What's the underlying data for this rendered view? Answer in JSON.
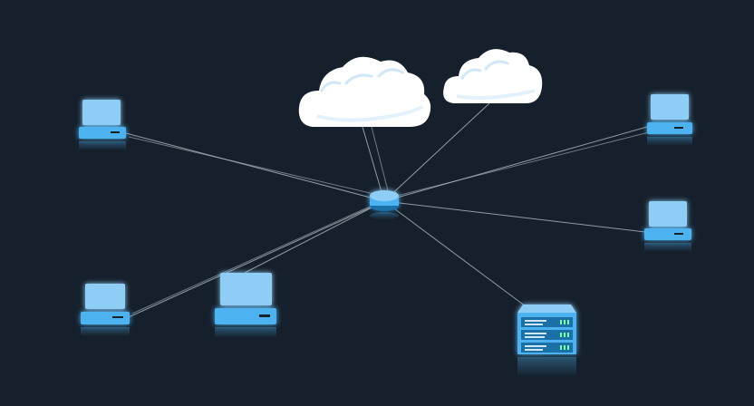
{
  "diagram": {
    "type": "network-topology",
    "colors": {
      "background": "#16202c",
      "link": "#b9c3cc",
      "device_body": "#4db3f0",
      "device_screen": "#8ecdf6",
      "device_dark": "#1b6fa8",
      "cloud": "#ffffff",
      "cloud_shade": "#cfe7f7",
      "server_led": "#7dff9b"
    },
    "nodes": [
      {
        "id": "laptop-left-top",
        "icon": "laptop-icon"
      },
      {
        "id": "laptop-left-bottom",
        "icon": "laptop-icon"
      },
      {
        "id": "laptop-center-bottom",
        "icon": "laptop-icon"
      },
      {
        "id": "laptop-right-top",
        "icon": "laptop-icon"
      },
      {
        "id": "laptop-right-middle",
        "icon": "laptop-icon"
      },
      {
        "id": "cloud-left",
        "icon": "cloud-icon"
      },
      {
        "id": "cloud-right",
        "icon": "cloud-icon"
      },
      {
        "id": "hub",
        "icon": "network-hub-icon"
      },
      {
        "id": "server",
        "icon": "server-rack-icon"
      }
    ],
    "links": [
      [
        "hub",
        "laptop-left-top"
      ],
      [
        "hub",
        "laptop-left-bottom"
      ],
      [
        "hub",
        "laptop-center-bottom"
      ],
      [
        "hub",
        "laptop-right-top"
      ],
      [
        "hub",
        "laptop-right-middle"
      ],
      [
        "hub",
        "cloud-left"
      ],
      [
        "hub",
        "cloud-right"
      ],
      [
        "hub",
        "server"
      ]
    ]
  }
}
